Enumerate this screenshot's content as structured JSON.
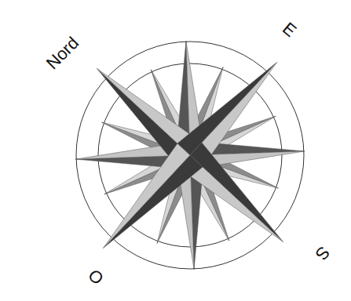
{
  "diagram": {
    "labels": [
      "Nord",
      "E",
      "S",
      "O"
    ]
  }
}
